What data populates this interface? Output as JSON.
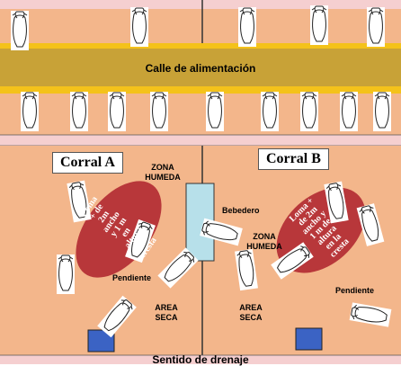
{
  "colors": {
    "feed_lane": "#c8a237",
    "lane_yellow": "#f4c21a",
    "pen_fill": "#f3b68b",
    "pink_strip": "#f5cfd0",
    "mound": "#b8373a",
    "water_trough": "#b7e0ea",
    "feeder_blue": "#3b63c4"
  },
  "labels": {
    "feed_street": "Calle de alimentación",
    "corral_a": "Corral A",
    "corral_b": "Corral B",
    "wet_zone_line1": "ZONA",
    "wet_zone_line2": "HUMEDA",
    "trough": "Bebedero",
    "slope": "Pendiente",
    "dry_area_line1": "AREA",
    "dry_area_line2": "SECA",
    "drainage": "Sentido de drenaje"
  },
  "mound_text": {
    "a": [
      "Loma",
      "+ de",
      "2m",
      "ancho",
      "y 1 m",
      "en",
      "altura",
      "en la",
      "cresta"
    ],
    "b": [
      "Loma +",
      "de 2m",
      "ancho y",
      "1 m de",
      "altura",
      "en la",
      "cresta"
    ]
  },
  "icons": [
    "cow-icon",
    "water-trough-icon",
    "feeder-icon",
    "mound-icon"
  ]
}
